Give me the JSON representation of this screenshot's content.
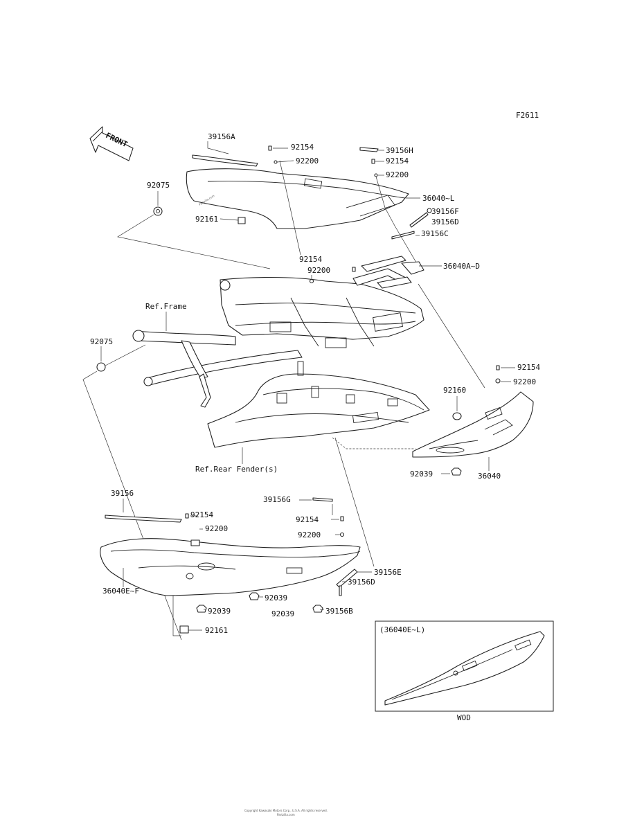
{
  "figure_code": "F2611",
  "front_arrow_label": "FRONT",
  "watermark": "Partzilla.com",
  "inset": {
    "title": "(36040E~L)",
    "caption": "WOD"
  },
  "labels": {
    "l_39156A": "39156A",
    "l_92154_a": "92154",
    "l_92200_a": "92200",
    "l_39156H": "39156H",
    "l_92154_b": "92154",
    "l_92200_b": "92200",
    "l_92075_a": "92075",
    "l_92161_a": "92161",
    "l_36040L": "36040~L",
    "l_39156F": "39156F",
    "l_39156D_a": "39156D",
    "l_39156C": "39156C",
    "l_92154_c": "92154",
    "l_92200_c": "92200",
    "l_36040AD": "36040A~D",
    "l_ref_frame": "Ref.Frame",
    "l_92075_b": "92075",
    "l_92154_d": "92154",
    "l_92200_d": "92200",
    "l_92160": "92160",
    "l_ref_fender": "Ref.Rear Fender(s)",
    "l_92039_a": "92039",
    "l_36040": "36040",
    "l_39156": "39156",
    "l_92154_e": "92154",
    "l_92200_e": "92200",
    "l_39156G": "39156G",
    "l_92154_f": "92154",
    "l_92200_f": "92200",
    "l_36040EF": "36040E~F",
    "l_39156E": "39156E",
    "l_39156D_b": "39156D",
    "l_92039_b": "92039",
    "l_92039_c": "92039",
    "l_92039_d": "92039",
    "l_39156B": "39156B",
    "l_92161_b": "92161"
  },
  "footer_lines": [
    "Copyright Kawasaki Motors Corp., U.S.A. All rights reserved.",
    "Partzilla.com"
  ]
}
